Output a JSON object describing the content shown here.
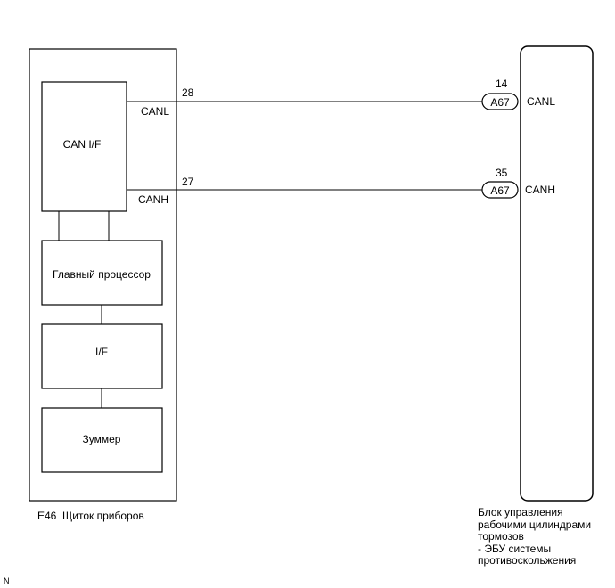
{
  "left_unit": {
    "label": "E46  Щиток приборов",
    "blocks": {
      "can_if": "CAN I/F",
      "main_cpu": "Главный процессор",
      "if": "I/F",
      "buzzer": "Зуммер"
    }
  },
  "wires": [
    {
      "pin_left": "28",
      "signal_left": "CANL",
      "pin_right": "14",
      "connector": "A67",
      "signal_right": "CANL"
    },
    {
      "pin_left": "27",
      "signal_left": "CANH",
      "pin_right": "35",
      "connector": "A67",
      "signal_right": "CANH"
    }
  ],
  "right_unit": {
    "caption_lines": [
      "Блок управления",
      "рабочими цилиндрами",
      "тормозов",
      "- ЭБУ системы",
      "противоскольжения"
    ]
  },
  "corner_mark": "N"
}
